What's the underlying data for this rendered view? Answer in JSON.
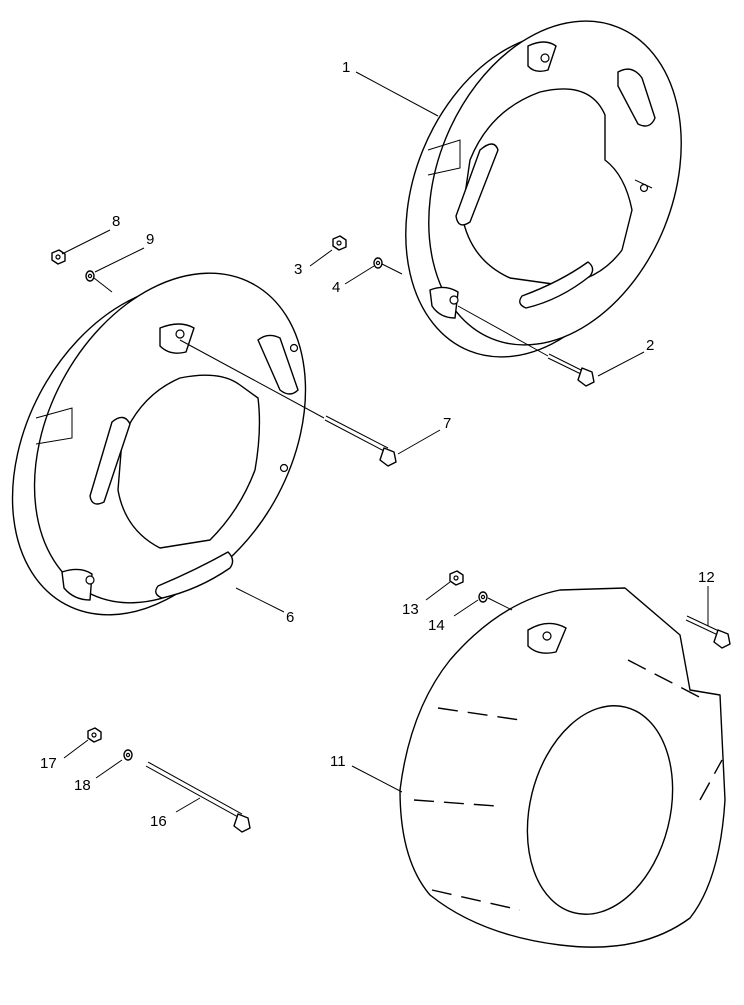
{
  "callouts": {
    "c1": "1",
    "c2": "2",
    "c3": "3",
    "c4": "4",
    "c6": "6",
    "c7": "7",
    "c8": "8",
    "c9": "9",
    "c11": "11",
    "c12": "12",
    "c13": "13",
    "c14": "14",
    "c16": "16",
    "c17": "17",
    "c18": "18"
  }
}
